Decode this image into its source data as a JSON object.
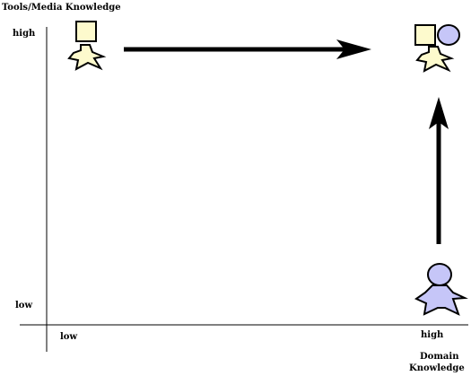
{
  "labels": {
    "y_axis_title": "Tools/Media Knowledge",
    "y_high": "high",
    "y_low": "low",
    "x_low": "low",
    "x_high": "high",
    "x_axis_title_line1": "Domain",
    "x_axis_title_line2": "Knowledge"
  },
  "colors": {
    "tools_person_fill": "#fdfacd",
    "domain_person_fill": "#c6c6f8",
    "stroke": "#000000"
  },
  "figures": {
    "top_left": "tools-person-with-square-icon",
    "top_right": "combined-person-with-square-and-circle-icon",
    "bottom_right": "domain-person-with-circle-icon"
  },
  "arrows": {
    "horizontal": "top-left-to-top-right",
    "vertical": "bottom-right-to-top-right"
  }
}
